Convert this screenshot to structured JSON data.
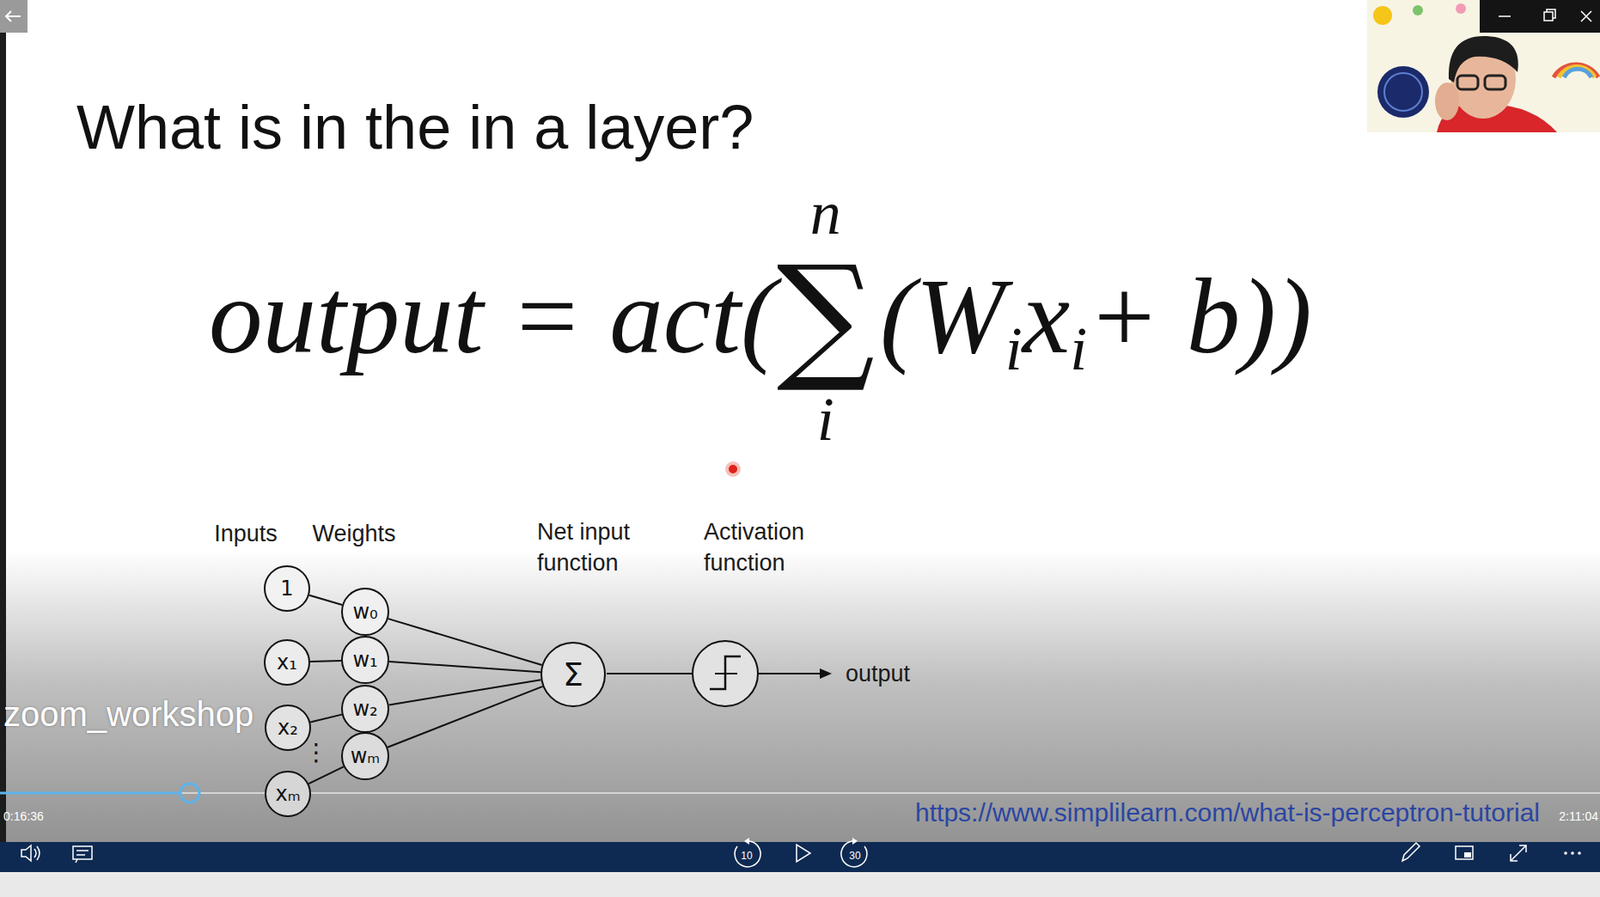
{
  "diagram": {
    "title": "What is in the in a layer?",
    "nodes": [
      {
        "text": [
          "1"
        ]
      },
      {
        "text": [
          "x₁"
        ]
      },
      {
        "text": [
          "x₂"
        ]
      },
      {
        "text": [
          "xₘ"
        ]
      },
      {
        "text": [
          "w₀"
        ]
      },
      {
        "text": [
          "w₁"
        ]
      },
      {
        "text": [
          "w₂"
        ]
      },
      {
        "text": [
          "wₘ"
        ]
      },
      {
        "text": [
          "Σ"
        ]
      }
    ],
    "edges": [
      {
        "from": 0,
        "to": 4,
        "arrow": "none"
      },
      {
        "from": 1,
        "to": 5,
        "arrow": "none"
      },
      {
        "from": 2,
        "to": 6,
        "arrow": "none"
      },
      {
        "from": 3,
        "to": 7,
        "arrow": "none"
      },
      {
        "from": 4,
        "to": 8,
        "arrow": "none"
      },
      {
        "from": 5,
        "to": 8,
        "arrow": "none"
      },
      {
        "from": 6,
        "to": 8,
        "arrow": "none"
      },
      {
        "from": 7,
        "to": 8,
        "arrow": "none"
      }
    ],
    "labels": [
      "output = act(",
      "n",
      "∑",
      "i",
      "(W",
      "i",
      "x",
      "i",
      "+ b))",
      "Inputs",
      "Weights",
      "Net input function",
      "Activation function",
      "⋮",
      "output",
      "zoom_workshop",
      "0:16:36",
      "2:11:04",
      "https://www.simplilearn.com/what-is-perceptron-tutorial",
      "10",
      "30"
    ]
  }
}
